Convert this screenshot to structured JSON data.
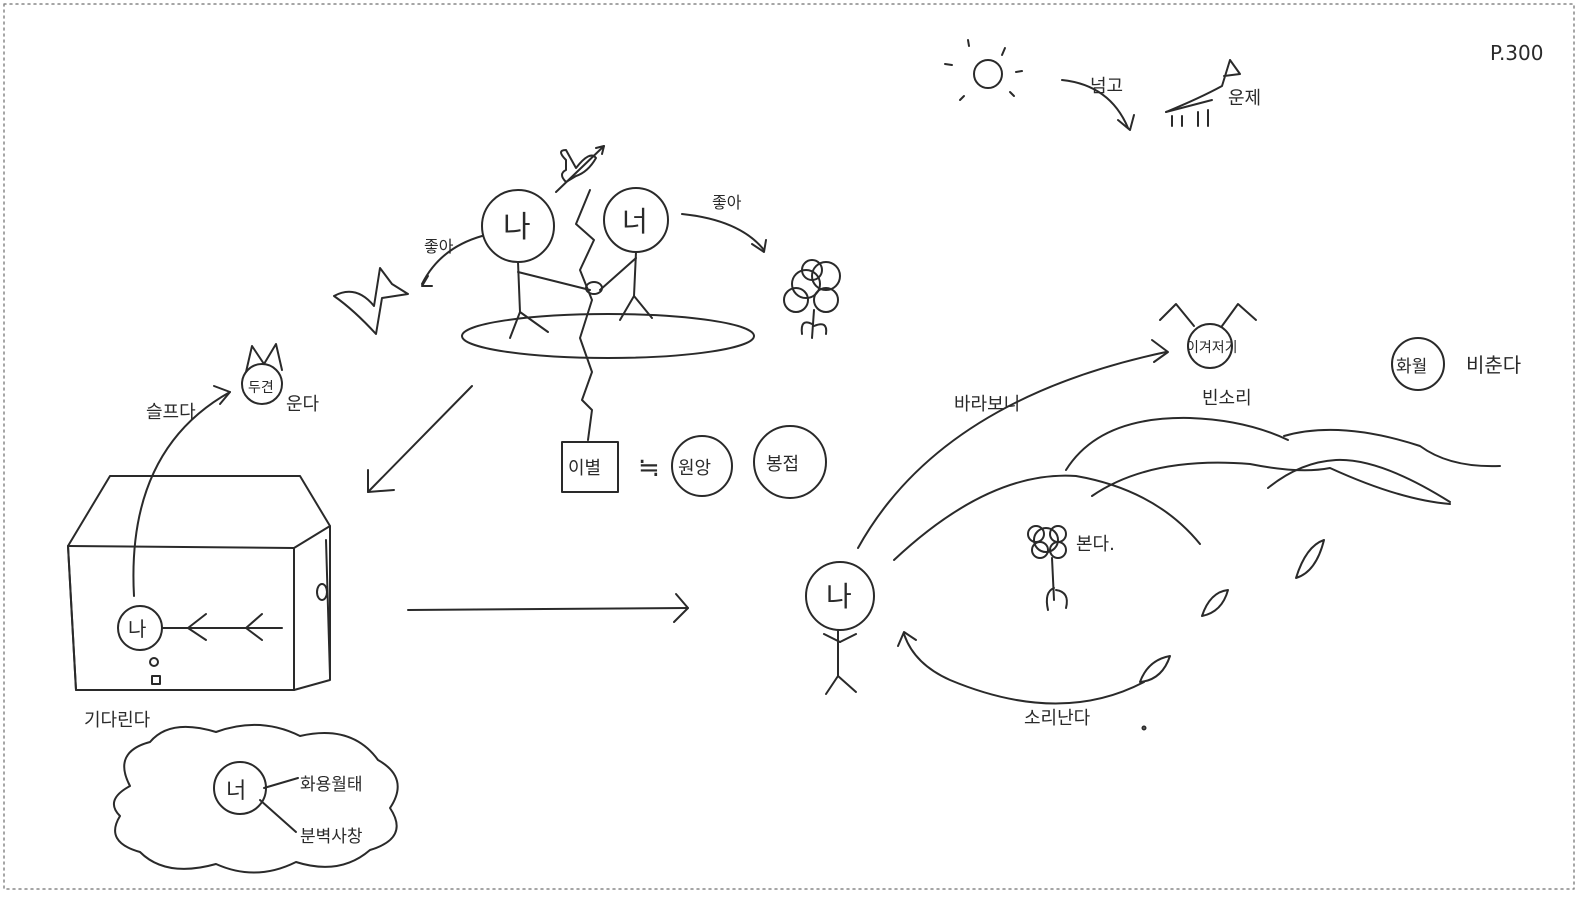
{
  "page_number": "P.300",
  "label_naeligo": "넘고",
  "label_woonje": "운제",
  "label_jooa": "좋아",
  "label_na_top": "나",
  "label_neo_top": "너",
  "label_zoa": "좋아",
  "label_ibyeol": "이별",
  "label_approx": "≒",
  "label_wonang": "원앙",
  "label_bongsup": "봉접",
  "label_seulpeuda": "슬프다",
  "label_dugyeon": "두견",
  "label_onda": "운다",
  "label_na_box": "나",
  "label_gidarinda": "기다린다",
  "label_neo_cloud": "너",
  "label_hwayong": "화용월태",
  "label_byeokbyeok": "분벽사창",
  "label_na_right": "나",
  "label_barabonae": "바라보니",
  "label_ieuljeoi": "이겨저기",
  "label_binsori": "빈소리",
  "label_hwawol": "화월",
  "label_bichunda": "비춘다",
  "label_bonda": "본다.",
  "label_sorinanda": "소리난다"
}
